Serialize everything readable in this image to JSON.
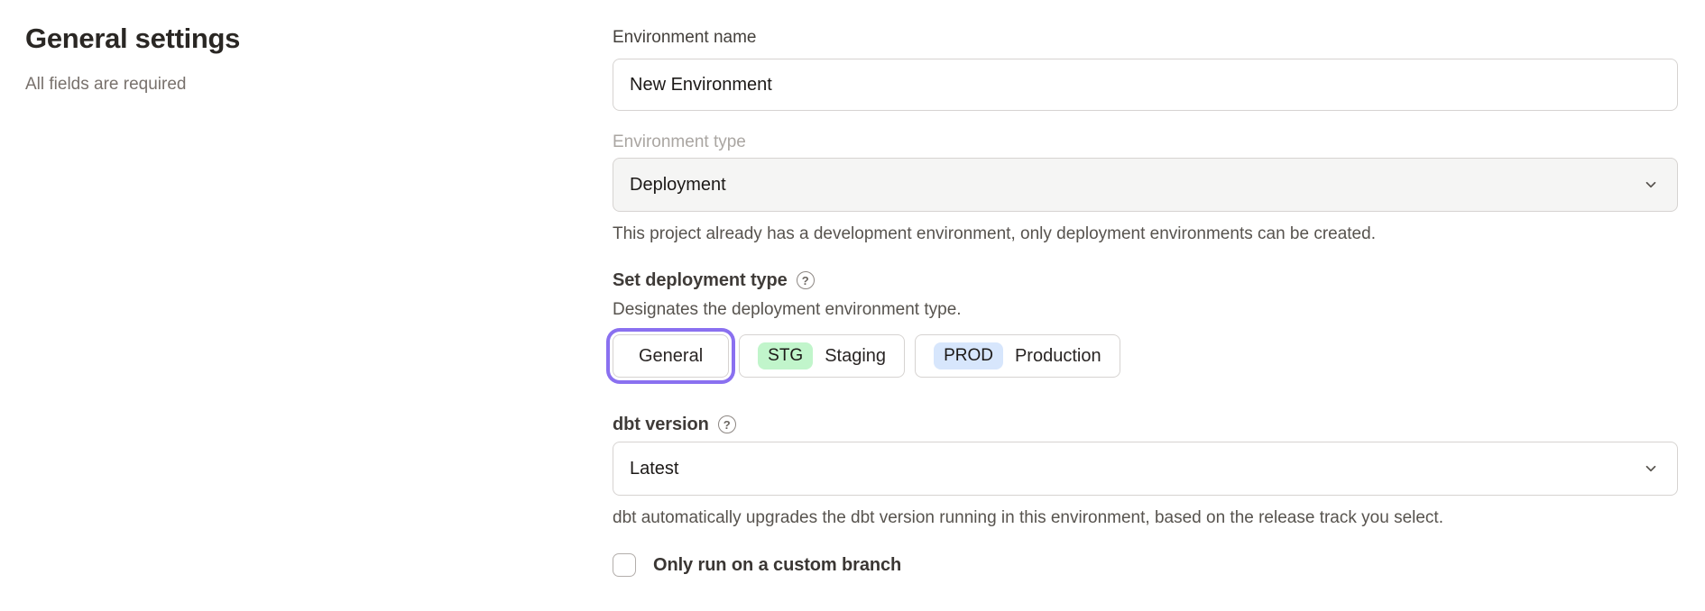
{
  "page": {
    "title": "General settings",
    "subtitle": "All fields are required"
  },
  "icons": {
    "help": "?"
  },
  "form": {
    "environment_name": {
      "label": "Environment name",
      "value": "New Environment"
    },
    "environment_type": {
      "label": "Environment type",
      "value": "Deployment",
      "disabled": true,
      "helper": "This project already has a development environment, only deployment environments can be created."
    },
    "deployment_type": {
      "label": "Set deployment type",
      "description": "Designates the deployment environment type.",
      "options": [
        {
          "label": "General",
          "selected": true
        },
        {
          "badge": "STG",
          "label": "Staging",
          "badge_color": "#c1f5cb"
        },
        {
          "badge": "PROD",
          "label": "Production",
          "badge_color": "#d7e6fc"
        }
      ]
    },
    "dbt_version": {
      "label": "dbt version",
      "value": "Latest",
      "helper": "dbt automatically upgrades the dbt version running in this environment, based on the release track you select."
    },
    "custom_branch": {
      "label": "Only run on a custom branch",
      "checked": false
    }
  },
  "colors": {
    "accent_purple": "#8a70f0",
    "staging_badge": "#c1f5cb",
    "production_badge": "#d7e6fc",
    "disabled_field_bg": "#f5f5f4",
    "field_border": "#d6d3d1"
  }
}
